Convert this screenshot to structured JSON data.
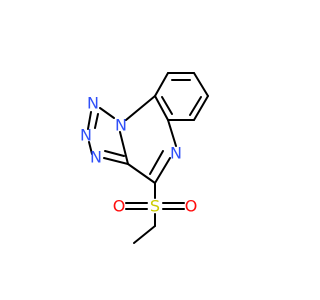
{
  "atoms": {
    "n_ring_fusion": "N",
    "n_tetrazole_1": "N",
    "n_tetrazole_2": "N",
    "n_tetrazole_3": "N",
    "n_quinoxaline": "N",
    "s_sulfonyl": "S",
    "o_left": "O",
    "o_right": "O"
  },
  "colors": {
    "nitrogen": "#3050F8",
    "sulfur": "#CCCC00",
    "oxygen": "#FF0D0D",
    "bond": "#000000"
  }
}
